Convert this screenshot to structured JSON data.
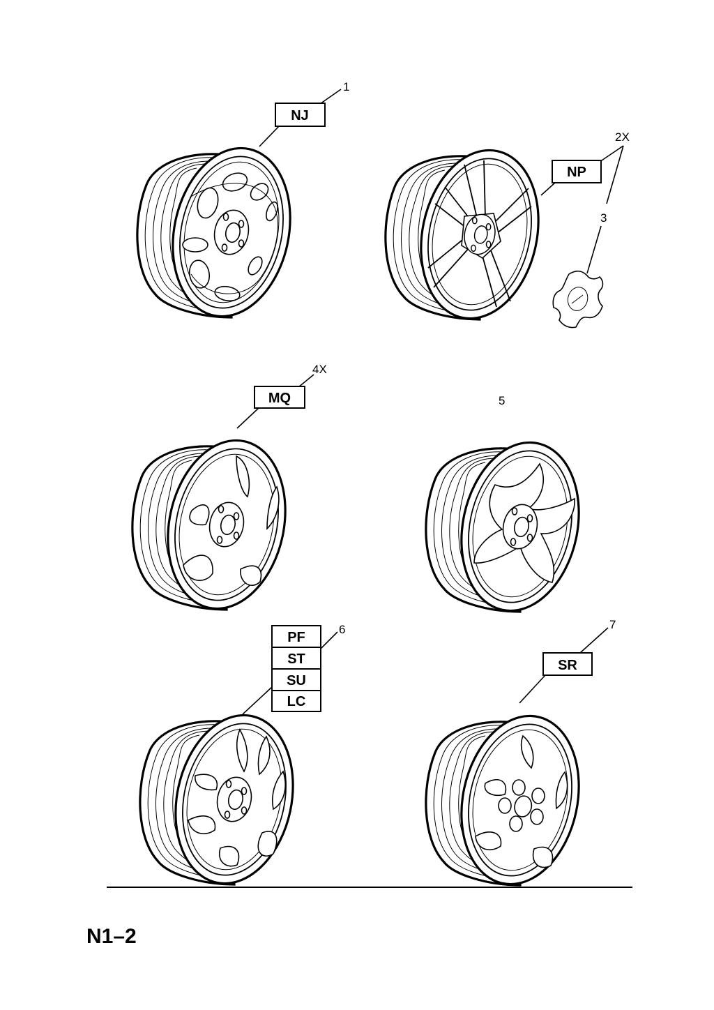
{
  "callouts": [
    {
      "number": "1",
      "codes": [
        "NJ"
      ]
    },
    {
      "number": "2X",
      "codes": [
        "NP"
      ]
    },
    {
      "number": "3",
      "codes": []
    },
    {
      "number": "4X",
      "codes": [
        "MQ"
      ]
    },
    {
      "number": "5",
      "codes": []
    },
    {
      "number": "6",
      "codes": [
        "PF",
        "ST",
        "SU",
        "LC"
      ]
    },
    {
      "number": "7",
      "codes": [
        "SR"
      ]
    }
  ],
  "page_label": "N1–2"
}
